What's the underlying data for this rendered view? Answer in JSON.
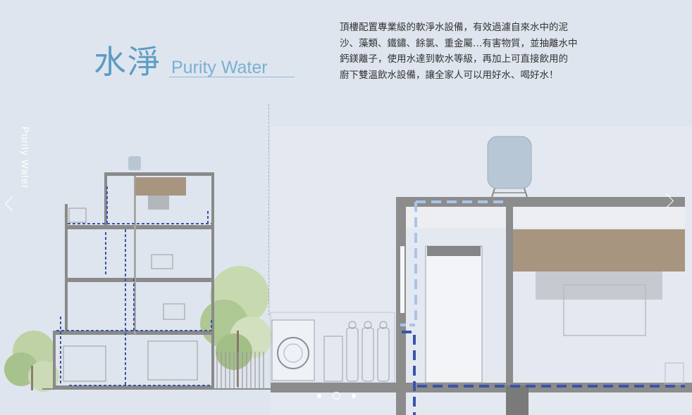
{
  "header": {
    "title_zh": "水淨",
    "title_en": "Purity Water",
    "description_lines": [
      "頂樓配置專業級的軟淨水設備，有效過濾自來水中的泥",
      "沙、藻類、鐵鏽、餘氯、重金屬…有害物質，並抽離水中",
      "鈣鎂離子，使用水達到軟水等級，再加上可直接飲用的",
      "廚下雙溫飲水設備，讓全家人可以用好水、喝好水！"
    ]
  },
  "side": {
    "vertical_label": "Purity Water"
  },
  "carousel": {
    "slide_count": 3,
    "active_index": 1
  },
  "colors": {
    "background": "#dfe5ee",
    "title_accent": "#5b9cc4",
    "pipe_blue": "#3a55a8",
    "pipe_light": "#a9c4ea",
    "wall_gray": "#8a8a8a"
  },
  "icons": [
    "chevron-left-icon",
    "chevron-right-icon",
    "water-tank-icon",
    "washing-machine-icon",
    "filter-icon"
  ]
}
